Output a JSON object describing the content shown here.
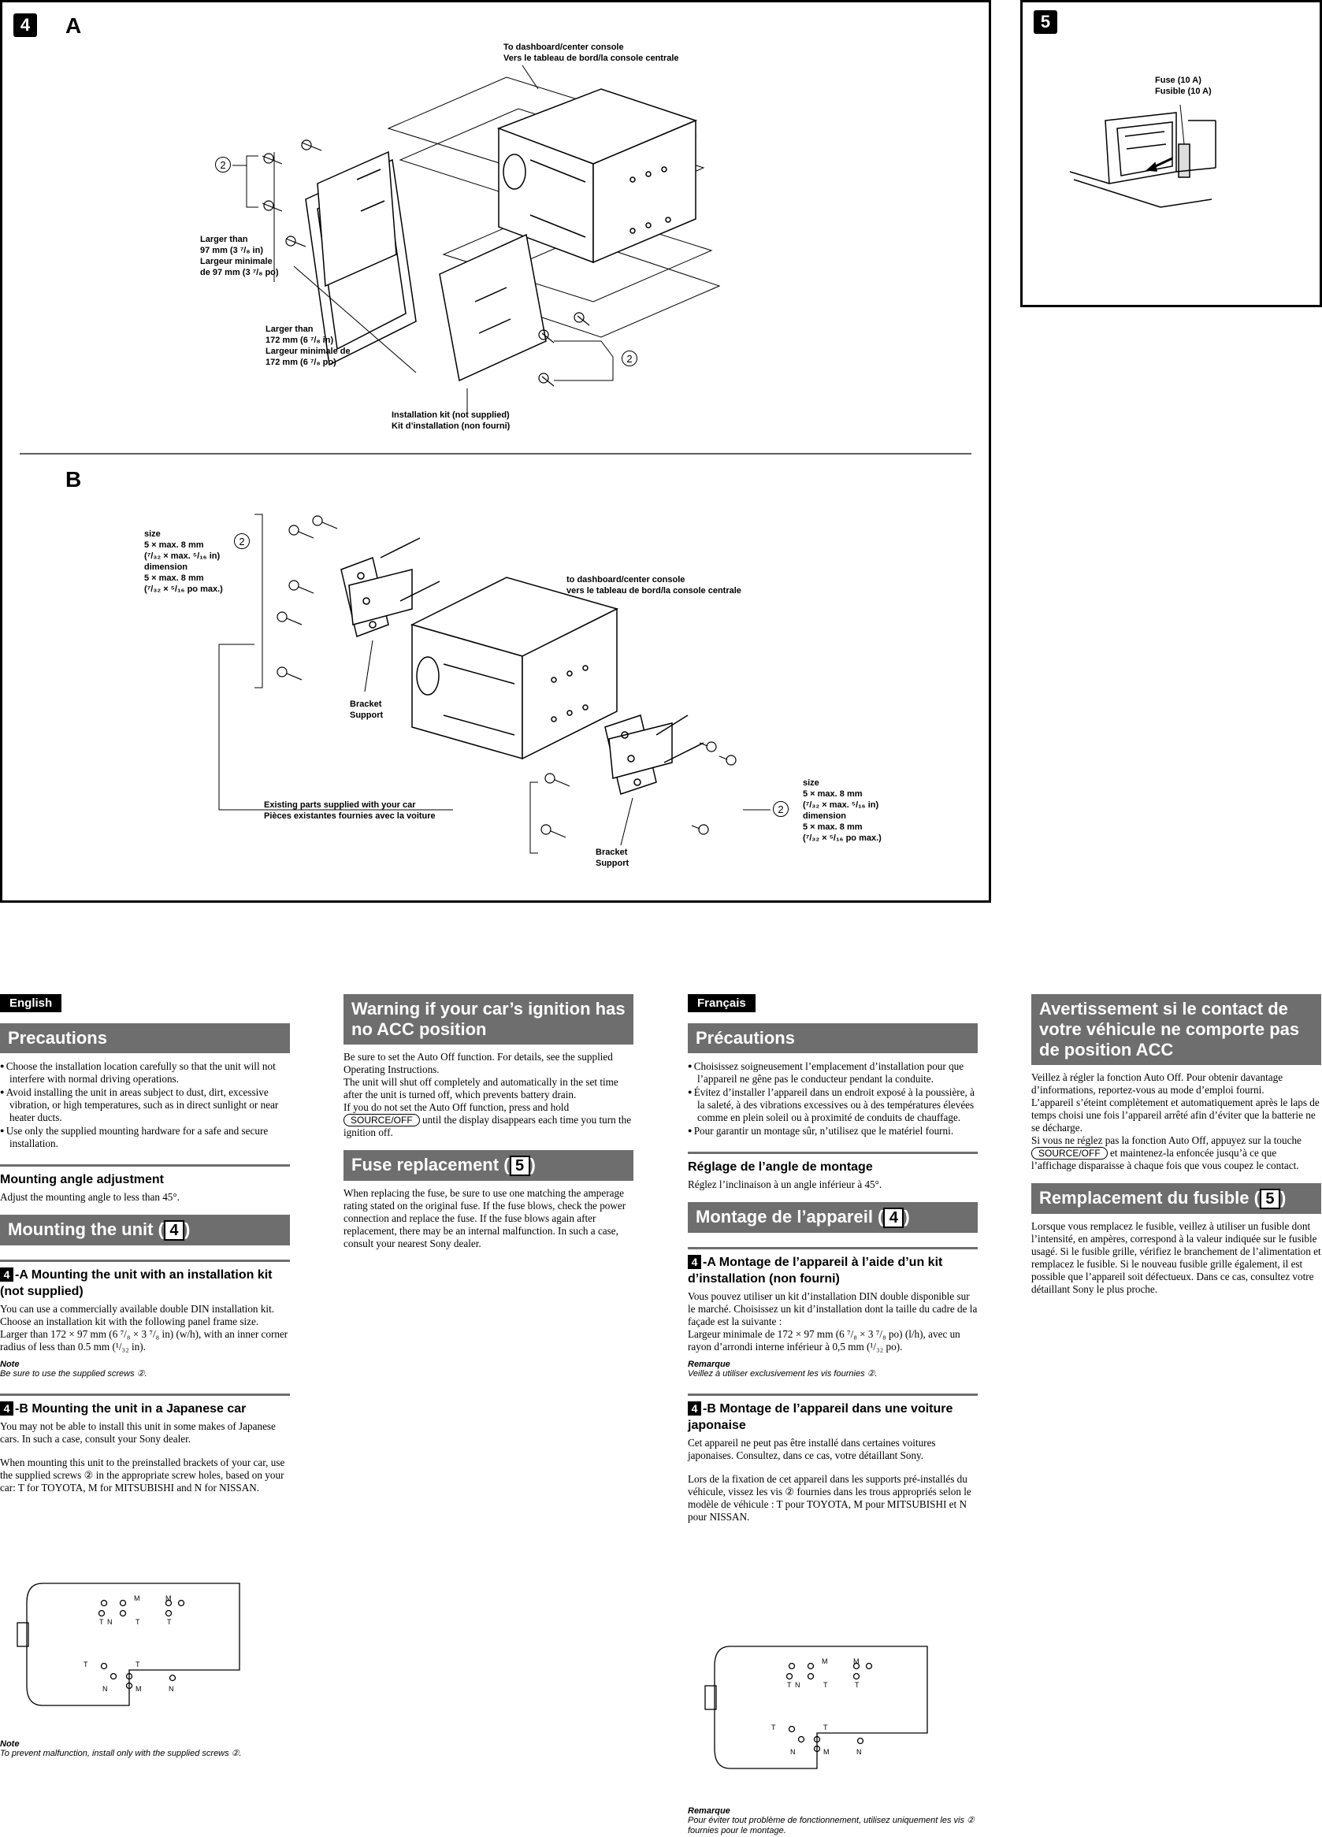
{
  "figures": {
    "fig4": {
      "number": "4",
      "partA": {
        "letter": "A",
        "dashboard_label": "To dashboard/center console\nVers le tableau de bord/la console centrale",
        "height_label": "Larger than\n97 mm (3 ⁷/₈ in)\nLargeur minimale\nde 97 mm (3 ⁷/₈ po)",
        "width_label": "Larger than\n172 mm (6 ⁷/₈ in)\nLargeur minimale de\n172 mm (6 ⁷/₈ po)",
        "kit_label": "Installation kit (not supplied)\nKit d’installation (non fourni)",
        "screw_mark": "2"
      },
      "partB": {
        "letter": "B",
        "size_label_left": "size\n5 × max. 8 mm\n(⁷/₃₂ × max. ⁵/₁₆ in)\ndimension\n5 × max. 8 mm\n(⁷/₃₂ × ⁵/₁₆ po max.)",
        "dashboard_label": "to dashboard/center console\nvers le tableau de bord/la console centrale",
        "bracket_label_1": "Bracket\nSupport",
        "bracket_label_2": "Bracket\nSupport",
        "existing_label": "Existing parts supplied with your car\nPièces existantes fournies avec la voiture",
        "size_label_right": "size\n5 × max. 8 mm\n(⁷/₃₂ × max. ⁵/₁₆ in)\ndimension\n5 × max. 8 mm\n(⁷/₃₂ × ⁵/₁₆ po max.)",
        "screw_mark": "2"
      }
    },
    "fig5": {
      "number": "5",
      "fuse_label": "Fuse (10 A)\nFusible (10 A)"
    }
  },
  "english": {
    "lang_tag": "English",
    "precautions": {
      "title": "Precautions",
      "items": [
        "Choose the installation location carefully so that the unit will not interfere with normal driving operations.",
        "Avoid installing the unit in areas subject to dust, dirt, excessive vibration, or high temperatures, such as in direct sunlight or near heater ducts.",
        "Use only the supplied mounting hardware for a safe and secure installation."
      ]
    },
    "angle": {
      "title": "Mounting angle adjustment",
      "text": "Adjust the mounting angle to less than 45°."
    },
    "mounting": {
      "title": "Mounting the unit",
      "ref": "4",
      "a_num": "4",
      "a_title": "-A  Mounting the unit with an installation kit (not supplied)",
      "a_text": "You can use a commercially available double DIN installation kit. Choose an installation kit with the following panel frame size.\nLarger than 172 × 97 mm (6 ⁷/₈ × 3 ⁷/₈ in) (w/h), with an inner corner radius of less than 0.5 mm (¹/₃₂ in).",
      "a_note_head": "Note",
      "a_note": "Be sure to use the supplied screws ②.",
      "b_num": "4",
      "b_title": "-B  Mounting the unit in a Japanese car",
      "b_text1": "You may not be able to install this unit in some makes of Japanese cars. In such a case, consult your Sony dealer.",
      "b_text2": "When mounting this unit to the preinstalled brackets of your car, use the supplied screws ② in the appropriate screw holes, based on your car: T for TOYOTA, M for MITSUBISHI and N for NISSAN.",
      "b_note_head": "Note",
      "b_note": "To prevent malfunction, install only with the supplied screws ②."
    },
    "warning": {
      "title": "Warning if your car’s ignition has no ACC position",
      "text1": "Be sure to set the Auto Off function. For details, see the supplied Operating Instructions.\nThe unit will shut off completely and automatically in the set time after the unit is turned off, which prevents battery drain.\nIf you do not set the Auto Off function, press and hold",
      "key": "SOURCE/OFF",
      "text2": " until the display disappears each time you turn the ignition off."
    },
    "fuse": {
      "title": "Fuse replacement",
      "ref": "5",
      "text": "When replacing the fuse, be sure to use one matching the amperage rating stated on the original fuse. If the fuse blows, check the power connection and replace the fuse. If the fuse blows again after replacement, there may be an internal malfunction. In such a case, consult your nearest Sony dealer."
    }
  },
  "french": {
    "lang_tag": "Français",
    "precautions": {
      "title": "Précautions",
      "items": [
        "Choisissez soigneusement l’emplacement d’installation pour que l’appareil ne gêne pas le conducteur pendant la conduite.",
        "Évitez d’installer l’appareil dans un endroit exposé à la poussière, à la saleté, à des vibrations excessives ou à des températures élevées comme en plein soleil ou à proximité de conduits de chauffage.",
        "Pour garantir un montage sûr, n’utilisez que le matériel fourni."
      ]
    },
    "angle": {
      "title": "Réglage de l’angle de montage",
      "text": "Réglez l’inclinaison à un angle inférieur à 45°."
    },
    "mounting": {
      "title": "Montage de l’appareil",
      "ref": "4",
      "a_num": "4",
      "a_title": "-A  Montage de l’appareil à l’aide d’un kit d’installation (non fourni)",
      "a_text": "Vous pouvez utiliser un kit d’installation DIN double disponible sur le marché. Choisissez un kit d’installation dont la taille du cadre de la façade est la suivante :\nLargeur minimale de 172 × 97 mm (6 ⁷/₈ × 3 ⁷/₈ po) (l/h), avec un rayon d’arrondi interne inférieur à 0,5 mm (¹/₃₂ po).",
      "a_note_head": "Remarque",
      "a_note": "Veillez à utiliser exclusivement les vis fournies ②.",
      "b_num": "4",
      "b_title": "-B  Montage de l’appareil dans une voiture japonaise",
      "b_text1": "Cet appareil ne peut pas être installé dans certaines voitures japonaises. Consultez, dans ce cas, votre détaillant Sony.",
      "b_text2": "Lors de la fixation de cet appareil dans les supports pré-installés du véhicule, vissez les vis ② fournies dans les trous appropriés selon le modèle de véhicule : T pour TOYOTA, M pour MITSUBISHI et N pour NISSAN.",
      "b_note_head": "Remarque",
      "b_note": "Pour éviter tout problème de fonctionnement, utilisez uniquement les vis ② fournies pour le montage."
    },
    "warning": {
      "title": "Avertissement si le contact de votre véhicule ne comporte pas de position ACC",
      "text1": "Veillez à régler la fonction Auto Off. Pour obtenir davantage d’informations, reportez-vous au mode d’emploi fourni.\nL’appareil s’éteint complètement et automatiquement après le laps de temps choisi une fois l’appareil arrêté afin d’éviter que la batterie ne se décharge.\nSi vous ne réglez pas la fonction Auto Off, appuyez sur la touche",
      "key": "SOURCE/OFF",
      "text2": " et maintenez-la enfoncée jusqu’à ce que l’affichage disparaisse à chaque fois que vous coupez le contact."
    },
    "fuse": {
      "title": "Remplacement du fusible",
      "ref": "5",
      "text": "Lorsque vous remplacez le fusible, veillez à utiliser un fusible dont l’intensité, en ampères, correspond à la valeur indiquée sur le fusible usagé. Si le fusible grille, vérifiez le branchement de l’alimentation et remplacez le fusible. Si le nouveau fusible grille également, il est possible que l’appareil soit défectueux. Dans ce cas, consultez votre détaillant Sony le plus proche."
    }
  },
  "hole_diagram": {
    "labels_top": [
      "M",
      "M",
      "T",
      "N",
      "T",
      "T"
    ],
    "labels_bottom": [
      "T",
      "T",
      "N",
      "M",
      "N"
    ]
  }
}
